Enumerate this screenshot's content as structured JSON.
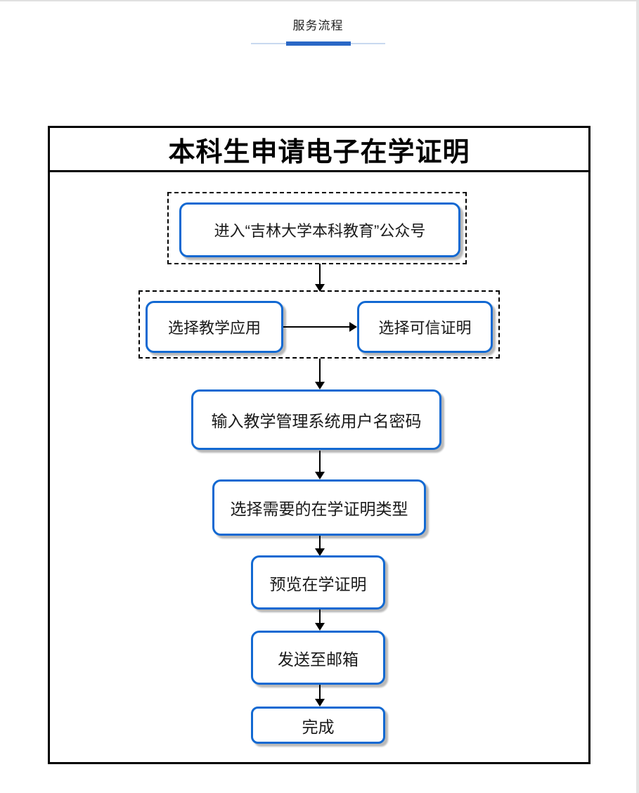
{
  "page": {
    "tab_label": "服务流程"
  },
  "flowchart": {
    "title": "本科生申请电子在学证明",
    "steps": [
      "进入“吉林大学本科教育”公众号",
      "选择教学应用",
      "选择可信证明",
      "输入教学管理系统用户名密码",
      "选择需要的在学证明类型",
      "预览在学证明",
      "发送至邮箱",
      "完成"
    ]
  },
  "colors": {
    "accent_blue": "#1269d2",
    "tab_indicator": "#2a68c6",
    "tab_track": "#c9d9f0",
    "frame_black": "#000000",
    "shadow_gray": "#b9b9b9"
  }
}
